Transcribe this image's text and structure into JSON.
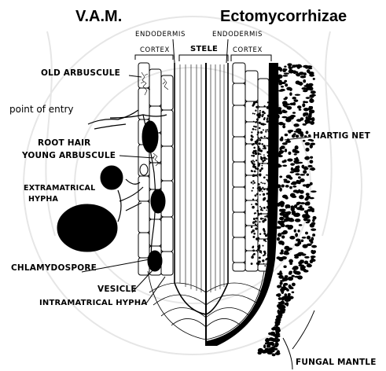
{
  "titles": {
    "left": "V.A.M.",
    "right": "Ectomycorrhizae"
  },
  "headers": {
    "endodermis_left": "ENDODERMIS",
    "endodermis_right": "ENDODERMIS",
    "stele": "STELE",
    "cortex_left": "CORTEX",
    "cortex_right": "CORTEX"
  },
  "labels": {
    "old_arbuscule": "OLD ARBUSCULE",
    "point_of_entry": "point of entry",
    "root_hair": "ROOT HAIR",
    "young_arbuscule": "YOUNG ARBUSCULE",
    "extramatrical_hypha_1": "EXTRAMATRICAL",
    "extramatrical_hypha_2": "HYPHA",
    "chlamydospore": "CHLAMYDOSPORE",
    "vesicle": "VESICLE",
    "intramatrical_hypha": "INTRAMATRICAL HYPHA",
    "hartig_net": "HARTIG NET",
    "fungal_mantle": "FUNGAL MANTLE"
  }
}
